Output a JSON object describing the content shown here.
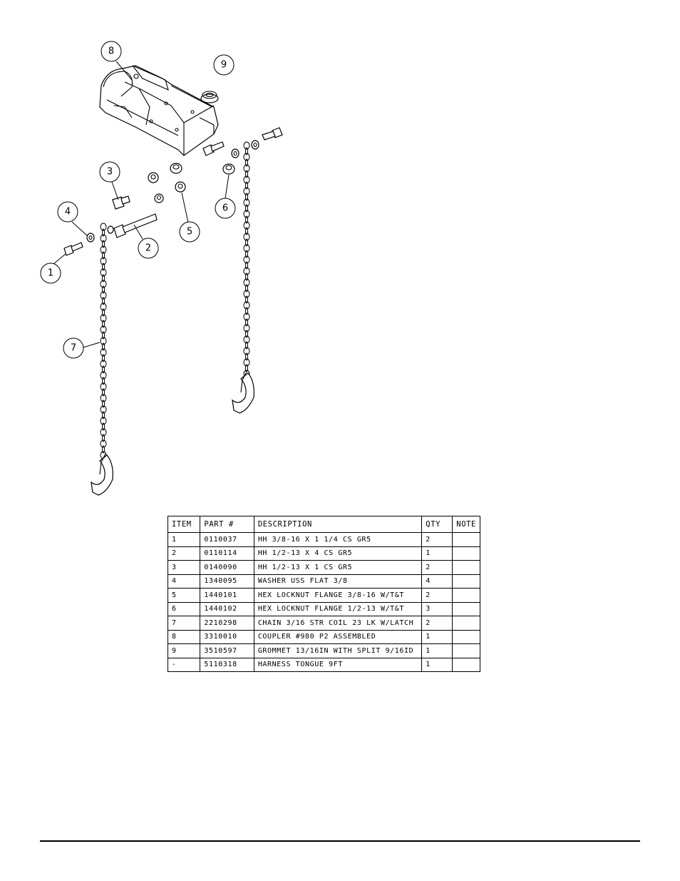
{
  "callouts": [
    {
      "label": "1"
    },
    {
      "label": "2"
    },
    {
      "label": "3"
    },
    {
      "label": "4"
    },
    {
      "label": "5"
    },
    {
      "label": "6"
    },
    {
      "label": "7"
    },
    {
      "label": "8"
    },
    {
      "label": "9"
    }
  ],
  "table": {
    "headers": {
      "item": "ITEM",
      "part": "PART #",
      "description": "DESCRIPTION",
      "qty": "QTY",
      "note": "NOTE"
    },
    "rows": [
      {
        "item": "1",
        "part": "0110037",
        "description": "HH 3/8-16 X 1 1/4 CS GR5",
        "qty": "2",
        "note": ""
      },
      {
        "item": "2",
        "part": "0110114",
        "description": "HH 1/2-13 X 4 CS GR5",
        "qty": "1",
        "note": ""
      },
      {
        "item": "3",
        "part": "0140090",
        "description": "HH 1/2-13 X 1 CS GR5",
        "qty": "2",
        "note": ""
      },
      {
        "item": "4",
        "part": "1340095",
        "description": "WASHER USS FLAT 3/8",
        "qty": "4",
        "note": ""
      },
      {
        "item": "5",
        "part": "1440101",
        "description": "HEX LOCKNUT FLANGE 3/8-16 W/T&T",
        "qty": "2",
        "note": ""
      },
      {
        "item": "6",
        "part": "1440102",
        "description": "HEX LOCKNUT FLANGE 1/2-13 W/T&T",
        "qty": "3",
        "note": ""
      },
      {
        "item": "7",
        "part": "2210298",
        "description": "CHAIN 3/16 STR COIL 23 LK W/LATCH",
        "qty": "2",
        "note": ""
      },
      {
        "item": "8",
        "part": "3310010",
        "description": "COUPLER #980 P2 ASSEMBLED",
        "qty": "1",
        "note": ""
      },
      {
        "item": "9",
        "part": "3510597",
        "description": "GROMMET 13/16IN  WITH SPLIT 9/16ID",
        "qty": "1",
        "note": ""
      },
      {
        "item": "-",
        "part": "5110318",
        "description": "HARNESS TONGUE 9FT",
        "qty": "1",
        "note": ""
      }
    ]
  }
}
